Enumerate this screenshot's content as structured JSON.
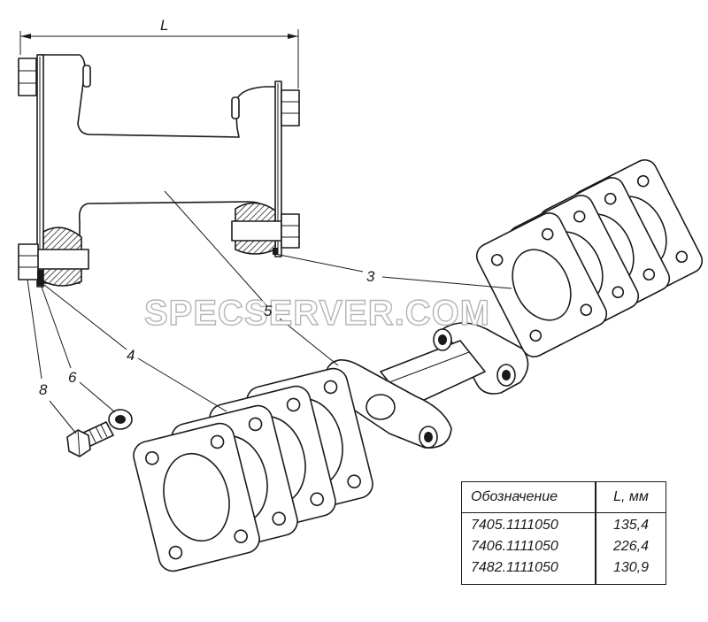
{
  "dimension_label": "L",
  "callouts": {
    "c3": "3",
    "c4": "4",
    "c5": "5",
    "c6": "6",
    "c8": "8"
  },
  "watermark": "SPECSERVER.COM",
  "table": {
    "headers": [
      "Обозначение",
      "L, мм"
    ],
    "rows": [
      [
        "7405.1111050",
        "135,4"
      ],
      [
        "7406.1111050",
        "226,4"
      ],
      [
        "7482.1111050",
        "130,9"
      ]
    ]
  }
}
